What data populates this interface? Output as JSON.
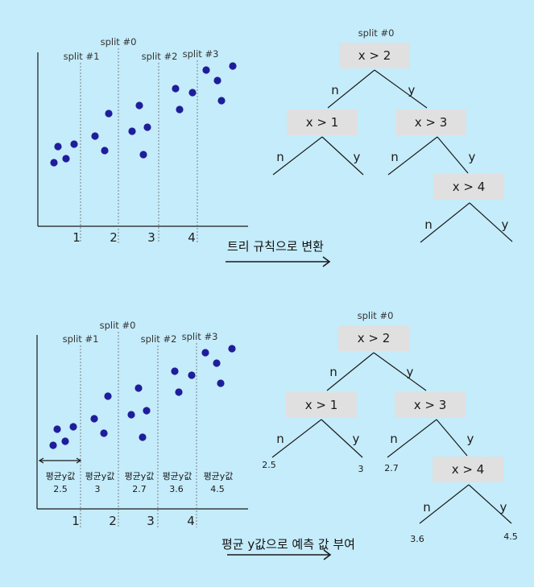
{
  "colors": {
    "background": "#c5ecfb",
    "point": "#1e1e9b",
    "node_fill": "#e0e0e0",
    "line": "#1a1a1a"
  },
  "top": {
    "plot": {
      "split_labels": [
        "split #0",
        "split #1",
        "split #2",
        "split #3"
      ],
      "x_ticks": [
        "1",
        "2",
        "3",
        "4"
      ]
    },
    "caption": "트리 규칙으로 변환",
    "tree": {
      "title": "split #0",
      "nodes": [
        "x > 2",
        "x > 1",
        "x > 3",
        "x > 4"
      ],
      "no": "n",
      "yes": "y"
    }
  },
  "bottom": {
    "plot": {
      "split_labels": [
        "split #0",
        "split #1",
        "split #2",
        "split #3"
      ],
      "x_ticks": [
        "1",
        "2",
        "3",
        "4"
      ],
      "region_label": "평균y값",
      "region_values": [
        "2.5",
        "3",
        "2.7",
        "3.6",
        "4.5"
      ]
    },
    "caption": "평균 y값으로 예측 값 부여",
    "tree": {
      "title": "split #0",
      "nodes": [
        "x > 2",
        "x > 1",
        "x > 3",
        "x > 4"
      ],
      "no": "n",
      "yes": "y",
      "leaf_values": [
        "2.5",
        "3",
        "2.7",
        "3.6",
        "4.5"
      ]
    }
  }
}
